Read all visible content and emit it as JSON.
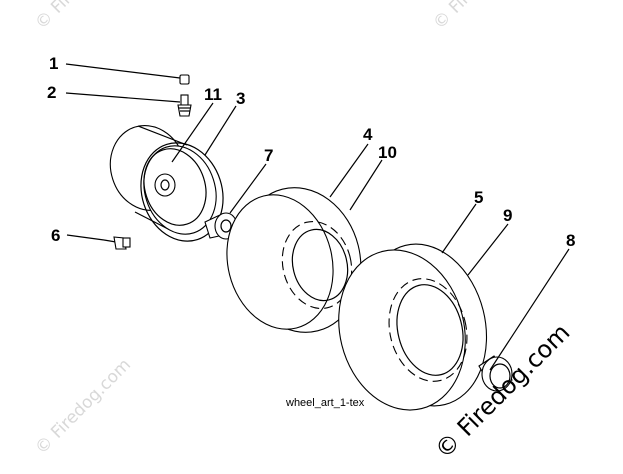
{
  "diagram": {
    "callouts": [
      "1",
      "2",
      "3",
      "4",
      "5",
      "6",
      "7",
      "8",
      "9",
      "10",
      "11"
    ],
    "caption": "wheel_art_1-tex",
    "watermark": {
      "brand": "© Firedog.com",
      "faint_brand": "© Firedog.com"
    },
    "colors": {
      "line": "#000000",
      "watermark_faint": "#d8d8d8",
      "background": "#ffffff"
    }
  }
}
